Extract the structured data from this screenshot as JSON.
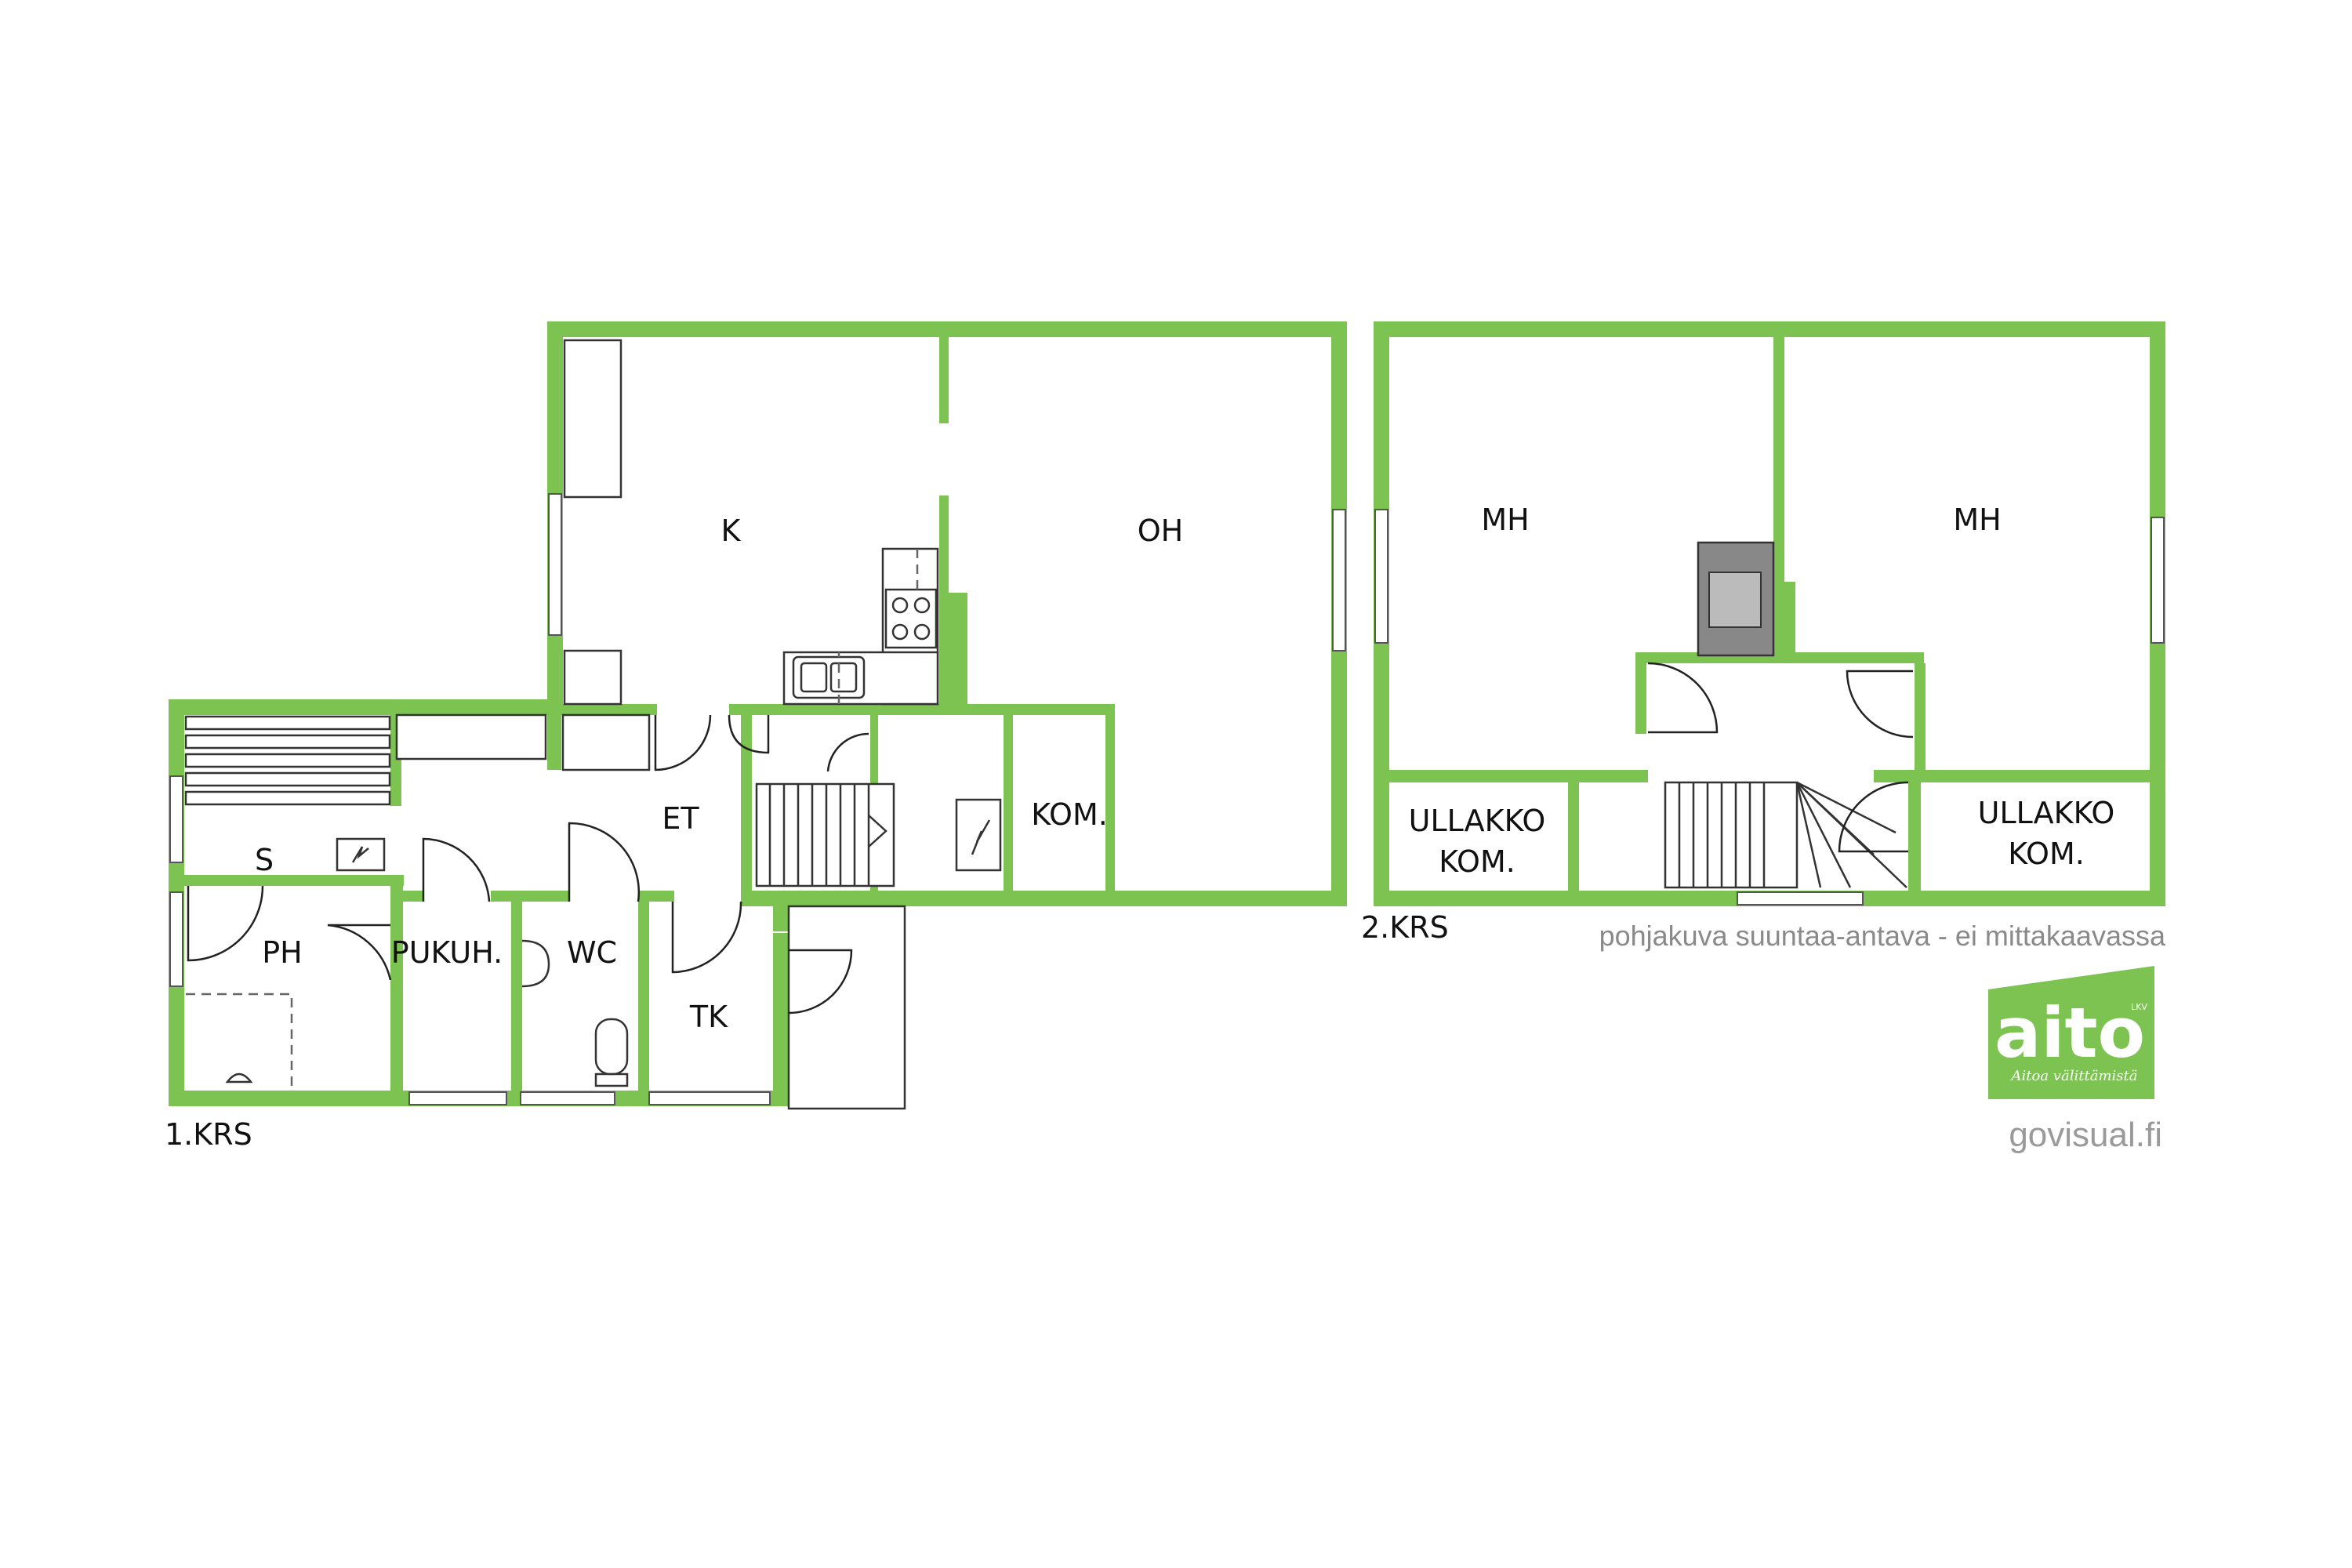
{
  "floor_1": {
    "label": "1.KRS",
    "rooms": {
      "kitchen": "K",
      "living_room": "OH",
      "entrance": "ET",
      "closet": "KOM.",
      "sauna": "S",
      "washroom": "PH",
      "dressing_room": "PUKUH.",
      "toilet": "WC",
      "utility_room": "TK"
    }
  },
  "floor_2": {
    "label": "2.KRS",
    "rooms": {
      "bedroom_left": "MH",
      "bedroom_right": "MH",
      "attic_left_line1": "ULLAKKO",
      "attic_left_line2": "KOM.",
      "attic_right_line1": "ULLAKKO",
      "attic_right_line2": "KOM."
    }
  },
  "disclaimer": "pohjakuva suuntaa-antava - ei mittakaavassa",
  "logo": {
    "brand": "aito",
    "superscript": "LKV",
    "tagline": "Aitoa välittämistä",
    "color": "#7dc352"
  },
  "credit": "govisual.fi",
  "colors": {
    "wall": "#7dc352",
    "fixture_line": "#333333",
    "background": "#ffffff"
  }
}
